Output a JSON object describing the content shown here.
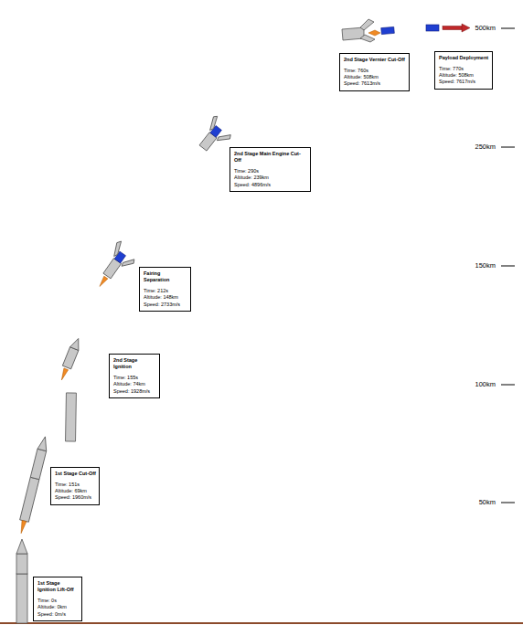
{
  "diagram": {
    "nodes": [
      {
        "text": [
          "1st Stage Ignition Lift-Off",
          "Time: 0s",
          "Altitude: 0km",
          "Speed: 0m/s"
        ]
      },
      {
        "text": [
          "1st Stage Cut-Off",
          "Time: 151s",
          "Altitude: 69km",
          "Speed: 1960m/s"
        ]
      },
      {
        "text": [
          "2nd Stage Ignition",
          "Time: 155s",
          "Altitude: 74km",
          "Speed: 1928m/s"
        ]
      },
      {
        "text": [
          "Fairing Separation",
          "Time: 212s",
          "Altitude: 148km",
          "Speed: 2733m/s"
        ]
      },
      {
        "text": [
          "2nd Stage Main Engine Cut-Off",
          "Time: 290s",
          "Altitude: 239km",
          "Speed: 4896m/s"
        ]
      },
      {
        "text": [
          "2nd Stage Vernier Cut-Off",
          "Time: 760s",
          "Altitude: 508km",
          "Speed: 7613m/s"
        ]
      },
      {
        "text": [
          "Payload Deployment",
          "Time: 770s",
          "Altitude: 508km",
          "Speed: 7617m/s"
        ]
      }
    ],
    "labels": [
      "500km",
      "250km",
      "150km",
      "100km",
      "50km"
    ]
  }
}
